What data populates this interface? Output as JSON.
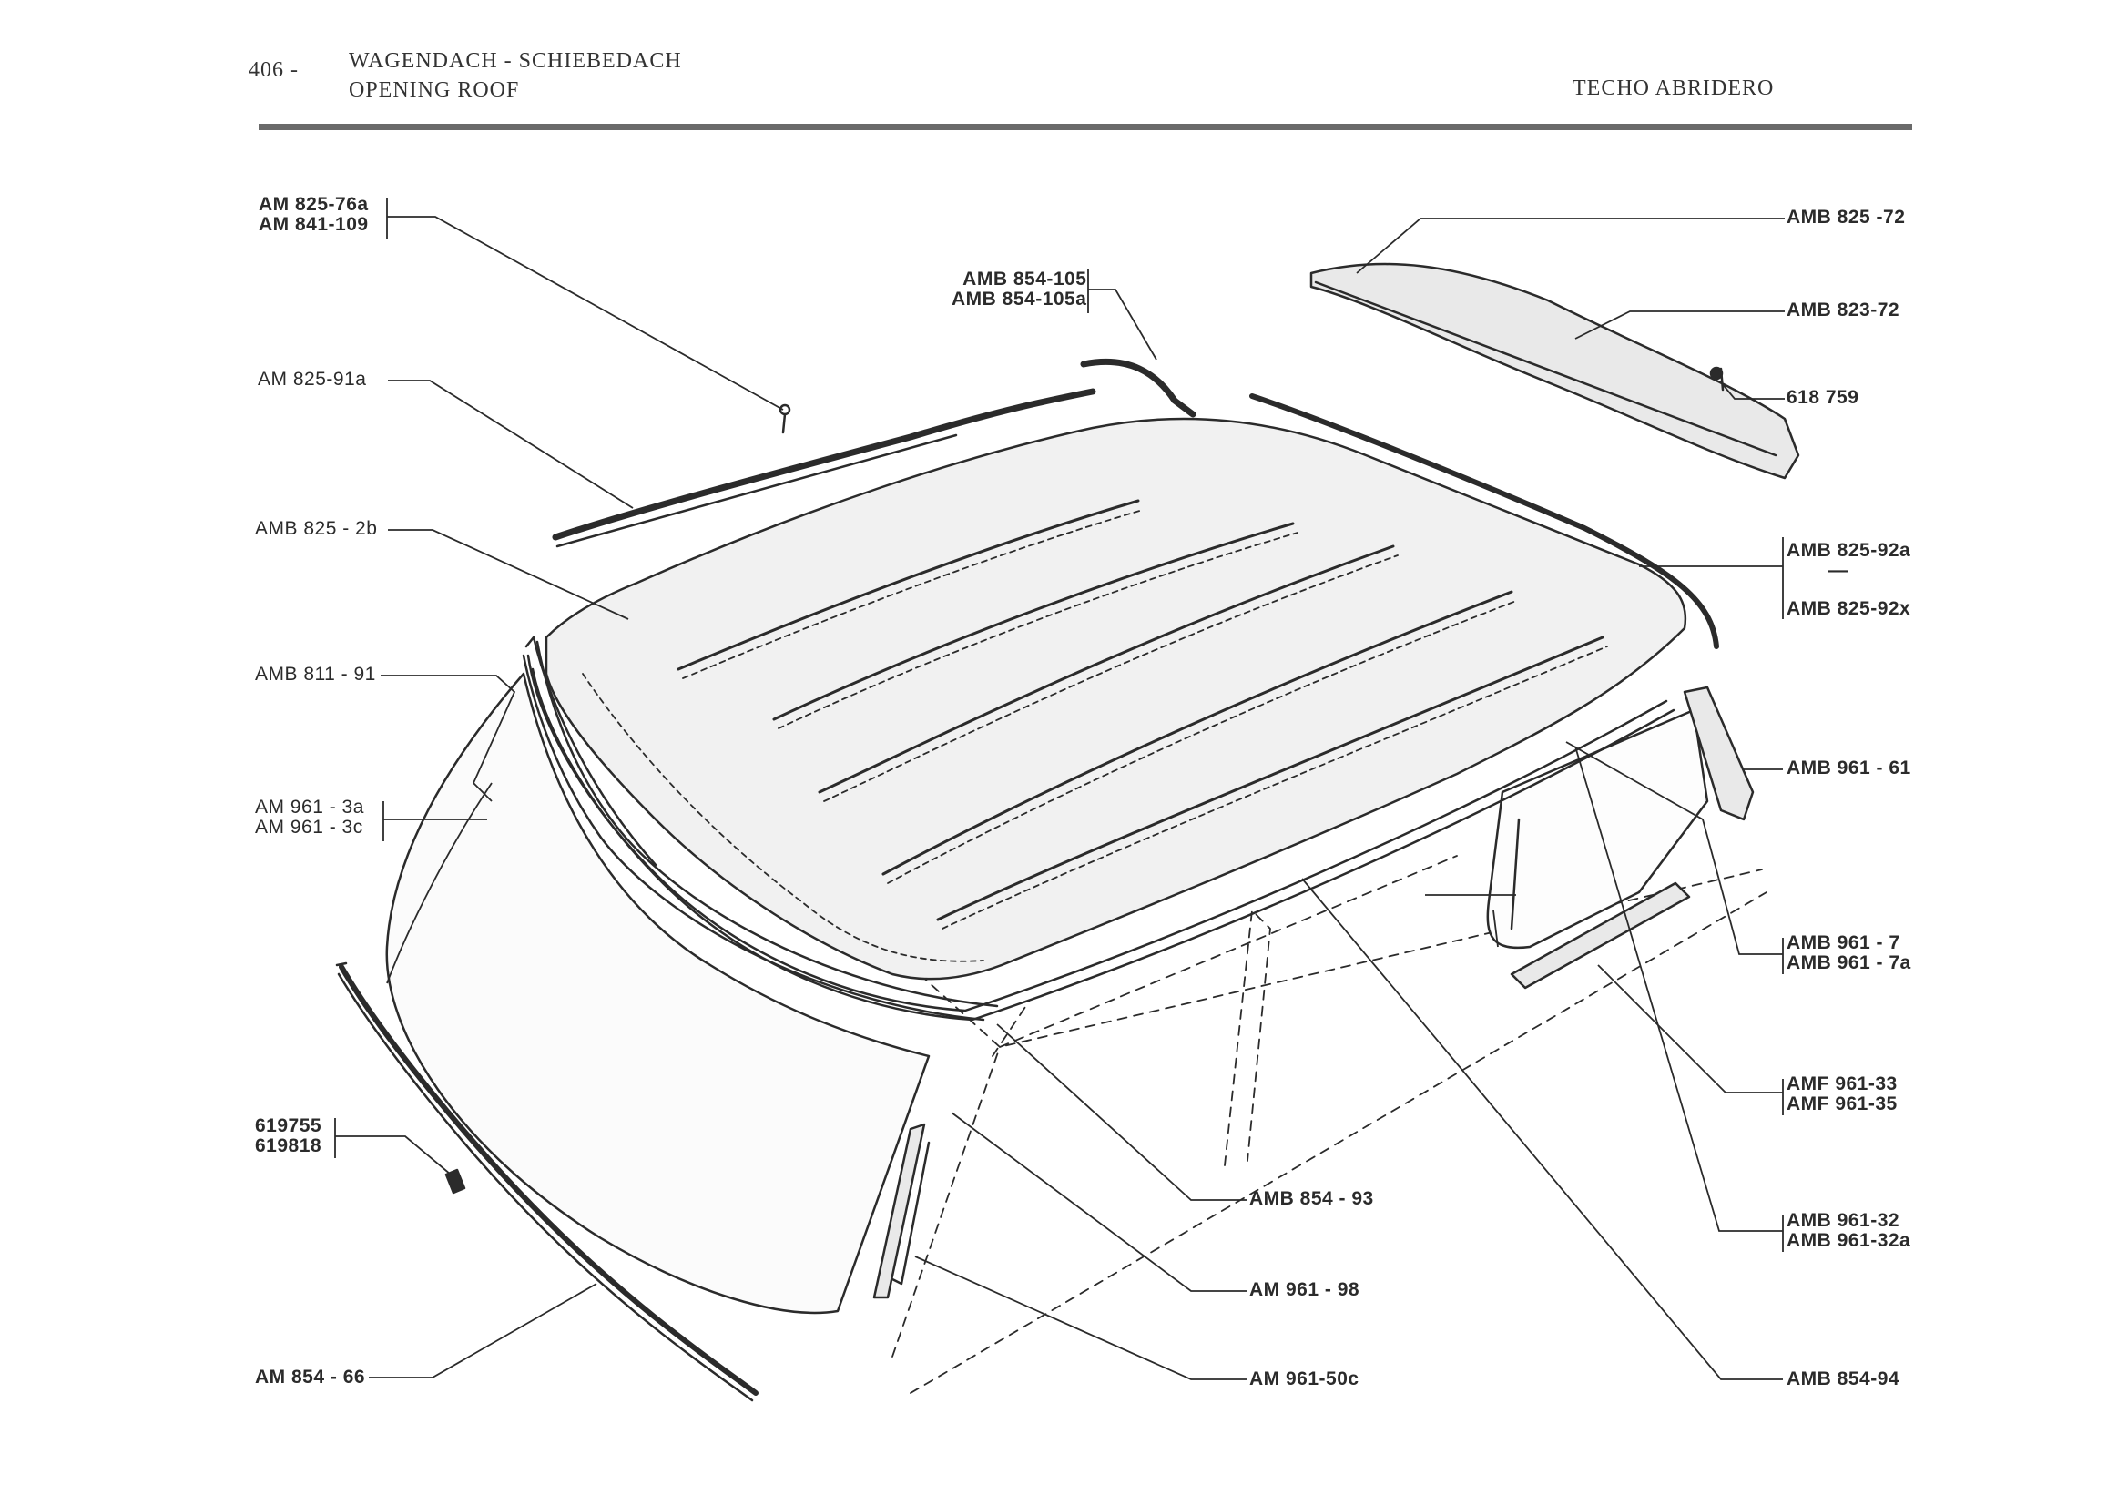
{
  "header": {
    "page_number": "406 -",
    "title_de": "WAGENDACH - SCHIEBEDACH",
    "title_en": "OPENING ROOF",
    "title_es": "TECHO ABRIDERO"
  },
  "labels": {
    "am825_76a": "AM 825-76a",
    "am841_109": "AM 841-109",
    "am825_91a": "AM  825-91a",
    "amb825_2b": "AMB 825 - 2b",
    "amb811_91": "AMB 811 - 91",
    "am961_3a": "AM 961 - 3a",
    "am961_3c": "AM 961 - 3c",
    "p619755": "619755",
    "p619818": "619818",
    "am854_66": "AM 854 - 66",
    "amb854_105": "AMB 854-105",
    "amb854_105a": "AMB 854-105a",
    "amb825_72": "AMB 825 -72",
    "amb823_72": "AMB 823-72",
    "p618759": "618 759",
    "amb825_92a": "AMB 825-92a",
    "dash": "—",
    "amb825_92x": "AMB 825-92x",
    "amb961_61": "AMB 961 - 61",
    "amb961_7": "AMB 961 - 7",
    "amb961_7a": "AMB 961 - 7a",
    "amf961_33": "AMF 961-33",
    "amf961_35": "AMF 961-35",
    "amb961_32": "AMB 961-32",
    "amb961_32a": "AMB 961-32a",
    "amb854_94": "AMB 854-94",
    "amb854_93": "AMB 854 - 93",
    "am961_98": "AM  961 - 98",
    "am961_50c": "AM  961-50c"
  },
  "colors": {
    "ink": "#2b2b2b",
    "rule": "#6a6a6a",
    "shade": "#e9e9e9"
  }
}
